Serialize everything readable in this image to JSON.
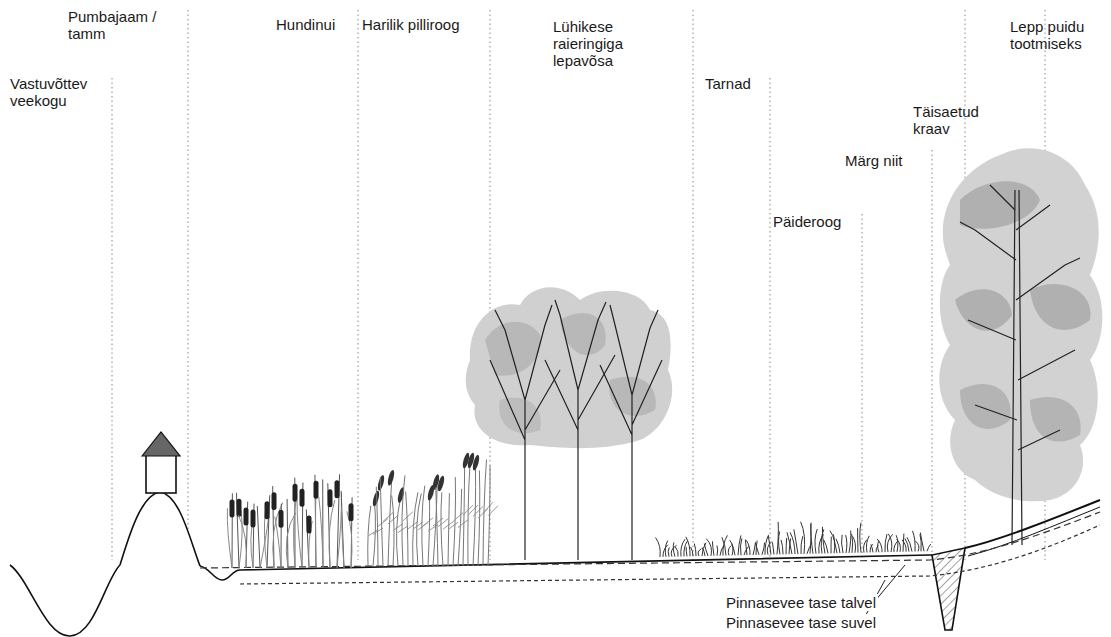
{
  "diagram": {
    "labels": [
      "Vastuvõttev veekogu",
      "Pumbajaam / tamm",
      "Hundinui",
      "Harilik pilliroog",
      "Lühikese raieringiga lepavõsa",
      "Tarnad",
      "Päideroog",
      "Märg niit",
      "Täisaetud kraav",
      "Lepp puidu tootmiseks",
      "Pinnasevee tase talvel",
      "Pinnasevee tase suvel"
    ]
  }
}
